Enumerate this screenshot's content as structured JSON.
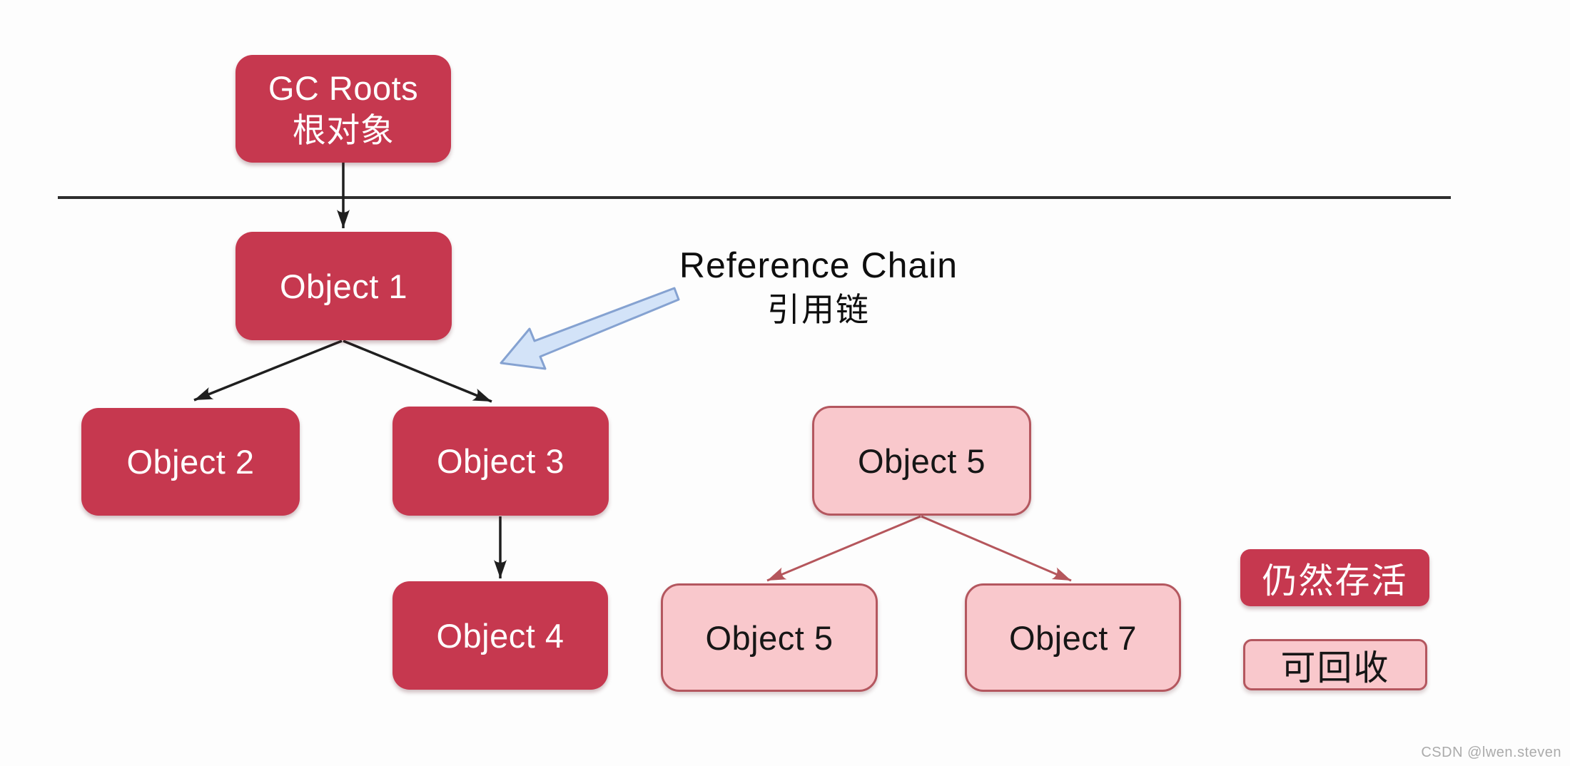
{
  "diagram": {
    "gc_root": {
      "line1": "GC Roots",
      "line2": "根对象"
    },
    "nodes": {
      "object1": "Object 1",
      "object2": "Object 2",
      "object3": "Object 3",
      "object4": "Object 4",
      "object5_parent": "Object 5",
      "object5_child": "Object 5",
      "object7": "Object 7"
    },
    "annotation": {
      "line1": "Reference Chain",
      "line2": "引用链"
    },
    "legend": {
      "alive": "仍然存活",
      "recyclable": "可回收"
    },
    "watermark": "CSDN @lwen.steven",
    "colors": {
      "alive_fill": "#C6384F",
      "alive_text": "#FFFFFF",
      "recyclable_fill": "#F9C8CC",
      "recyclable_border": "#B4575F",
      "recyclable_text": "#161616",
      "black_edge": "#1F1F1F",
      "separator_line": "#2E2E2E",
      "recyclable_edge": "#B5565C",
      "reference_arrow_fill": "#D3E3F8",
      "reference_arrow_stroke": "#85A2D1",
      "watermark_text": "#ABABAB",
      "background": "#FDFDFD"
    }
  }
}
